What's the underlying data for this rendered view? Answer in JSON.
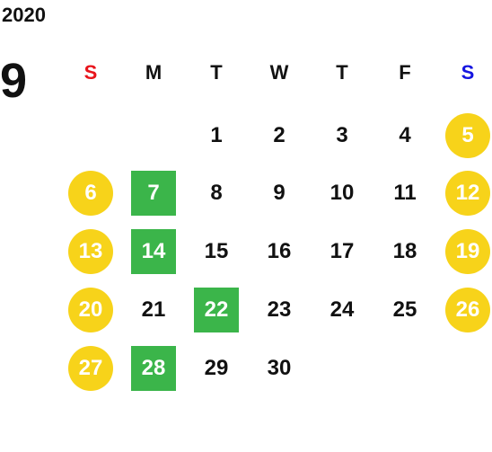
{
  "year": "2020",
  "month": "9",
  "weekdays": [
    {
      "label": "S",
      "color": "#e8141b"
    },
    {
      "label": "M",
      "color": "#111111"
    },
    {
      "label": "T",
      "color": "#111111"
    },
    {
      "label": "W",
      "color": "#111111"
    },
    {
      "label": "T",
      "color": "#111111"
    },
    {
      "label": "F",
      "color": "#111111"
    },
    {
      "label": "S",
      "color": "#1515e0"
    }
  ],
  "first_weekday_index": 2,
  "days": [
    {
      "n": "1",
      "mark": ""
    },
    {
      "n": "2",
      "mark": ""
    },
    {
      "n": "3",
      "mark": ""
    },
    {
      "n": "4",
      "mark": ""
    },
    {
      "n": "5",
      "mark": "yellow-circle"
    },
    {
      "n": "6",
      "mark": "yellow-circle"
    },
    {
      "n": "7",
      "mark": "green-square"
    },
    {
      "n": "8",
      "mark": ""
    },
    {
      "n": "9",
      "mark": ""
    },
    {
      "n": "10",
      "mark": ""
    },
    {
      "n": "11",
      "mark": ""
    },
    {
      "n": "12",
      "mark": "yellow-circle"
    },
    {
      "n": "13",
      "mark": "yellow-circle"
    },
    {
      "n": "14",
      "mark": "green-square"
    },
    {
      "n": "15",
      "mark": ""
    },
    {
      "n": "16",
      "mark": ""
    },
    {
      "n": "17",
      "mark": ""
    },
    {
      "n": "18",
      "mark": ""
    },
    {
      "n": "19",
      "mark": "yellow-circle"
    },
    {
      "n": "20",
      "mark": "yellow-circle"
    },
    {
      "n": "21",
      "mark": ""
    },
    {
      "n": "22",
      "mark": "green-square"
    },
    {
      "n": "23",
      "mark": ""
    },
    {
      "n": "24",
      "mark": ""
    },
    {
      "n": "25",
      "mark": ""
    },
    {
      "n": "26",
      "mark": "yellow-circle"
    },
    {
      "n": "27",
      "mark": "yellow-circle"
    },
    {
      "n": "28",
      "mark": "green-square"
    },
    {
      "n": "29",
      "mark": ""
    },
    {
      "n": "30",
      "mark": ""
    }
  ],
  "colors": {
    "yellow_mark": "#f7d31a",
    "green_mark": "#3bb54a",
    "text": "#111111"
  }
}
